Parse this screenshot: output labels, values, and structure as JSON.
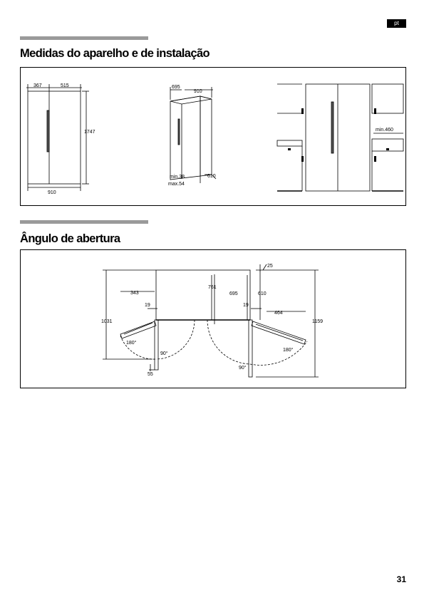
{
  "header": {
    "lang_badge": "pt"
  },
  "sections": [
    {
      "title": "Medidas do aparelho e de instalação",
      "dims": {
        "front_left_width": "367",
        "front_right_width": "515",
        "height": "1747",
        "total_width": "910",
        "side_top_small": "695",
        "side_top_depth": "910",
        "side_right": "610",
        "clearance_min": "min.38",
        "clearance_max": "max.54",
        "niche_min": "min.460"
      }
    },
    {
      "title": "Ângulo de abertura",
      "dims": {
        "offset_25": "25",
        "depth_761": "761",
        "depth_695": "695",
        "depth_610": "610",
        "left_343": "343",
        "right_464": "464",
        "hinge_left_19": "19",
        "hinge_right_19": "19",
        "left_height": "1031",
        "right_height": "1159",
        "angle_left_180": "180°",
        "angle_left_90": "90°",
        "angle_right_180": "180°",
        "angle_right_90": "90°",
        "bottom_55": "55"
      }
    }
  ],
  "footer": {
    "page_number": "31"
  }
}
